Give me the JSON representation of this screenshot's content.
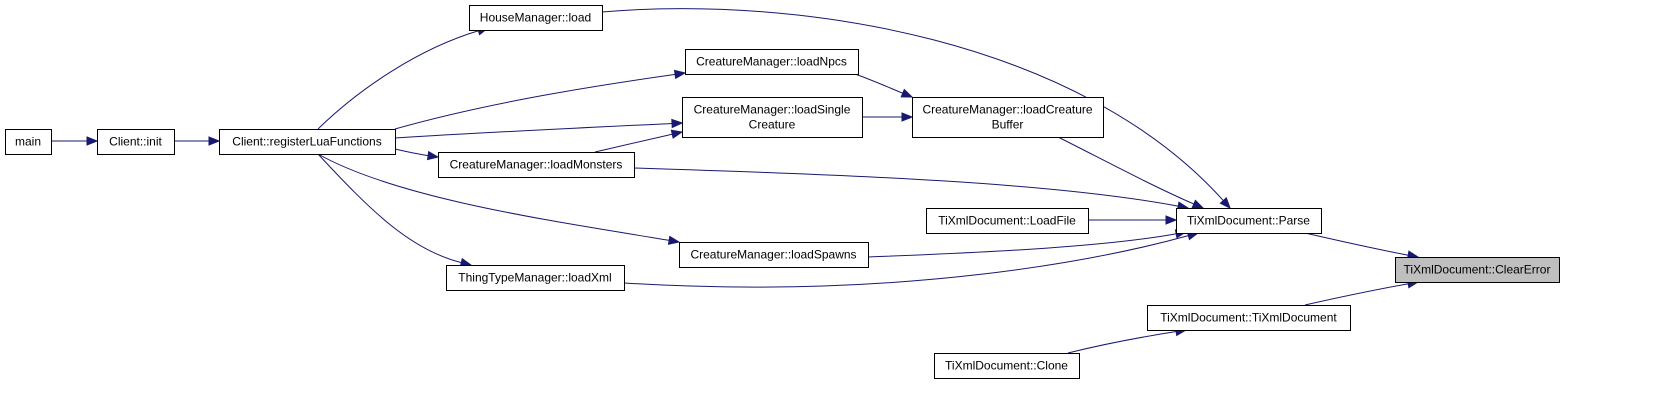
{
  "graph": {
    "nodes": {
      "main": {
        "lines": [
          "main"
        ]
      },
      "client_init": {
        "lines": [
          "Client::init"
        ]
      },
      "register_lua": {
        "lines": [
          "Client::registerLuaFunctions"
        ]
      },
      "house_load": {
        "lines": [
          "HouseManager::load"
        ]
      },
      "creature_load_npcs": {
        "lines": [
          "CreatureManager::loadNpcs"
        ]
      },
      "creature_load_single": {
        "lines": [
          "CreatureManager::loadSingle",
          "Creature"
        ]
      },
      "creature_load_monsters": {
        "lines": [
          "CreatureManager::loadMonsters"
        ]
      },
      "creature_load_spawns": {
        "lines": [
          "CreatureManager::loadSpawns"
        ]
      },
      "thingtype_load_xml": {
        "lines": [
          "ThingTypeManager::loadXml"
        ]
      },
      "creature_load_buffer": {
        "lines": [
          "CreatureManager::loadCreature",
          "Buffer"
        ]
      },
      "tixml_loadfile": {
        "lines": [
          "TiXmlDocument::LoadFile"
        ]
      },
      "tixml_parse": {
        "lines": [
          "TiXmlDocument::Parse"
        ]
      },
      "tixml_ctor": {
        "lines": [
          "TiXmlDocument::TiXmlDocument"
        ]
      },
      "tixml_clone": {
        "lines": [
          "TiXmlDocument::Clone"
        ]
      },
      "tixml_clearerror": {
        "lines": [
          "TiXmlDocument::ClearError"
        ],
        "highlight": true
      }
    },
    "edges": [
      {
        "from": "main",
        "to": "client_init"
      },
      {
        "from": "client_init",
        "to": "register_lua"
      },
      {
        "from": "register_lua",
        "to": "house_load"
      },
      {
        "from": "register_lua",
        "to": "creature_load_npcs"
      },
      {
        "from": "register_lua",
        "to": "creature_load_single"
      },
      {
        "from": "register_lua",
        "to": "creature_load_monsters"
      },
      {
        "from": "register_lua",
        "to": "creature_load_spawns"
      },
      {
        "from": "register_lua",
        "to": "thingtype_load_xml"
      },
      {
        "from": "creature_load_monsters",
        "to": "creature_load_single"
      },
      {
        "from": "creature_load_npcs",
        "to": "creature_load_buffer"
      },
      {
        "from": "creature_load_single",
        "to": "creature_load_buffer"
      },
      {
        "from": "house_load",
        "to": "tixml_parse"
      },
      {
        "from": "creature_load_buffer",
        "to": "tixml_parse"
      },
      {
        "from": "creature_load_monsters",
        "to": "tixml_parse"
      },
      {
        "from": "tixml_loadfile",
        "to": "tixml_parse"
      },
      {
        "from": "creature_load_spawns",
        "to": "tixml_parse"
      },
      {
        "from": "thingtype_load_xml",
        "to": "tixml_parse"
      },
      {
        "from": "tixml_parse",
        "to": "tixml_clearerror"
      },
      {
        "from": "tixml_ctor",
        "to": "tixml_clearerror"
      },
      {
        "from": "tixml_clone",
        "to": "tixml_ctor"
      }
    ],
    "colors": {
      "edge": "#191970",
      "highlight_fill": "#bfbfbf",
      "node_border": "#000000"
    }
  }
}
